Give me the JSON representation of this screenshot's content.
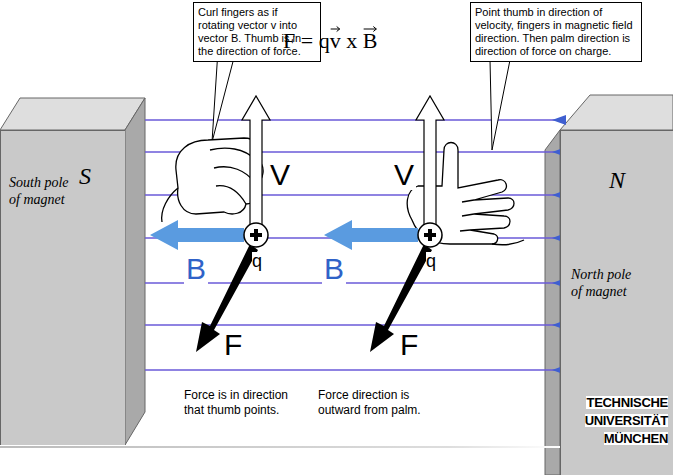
{
  "diagram": {
    "nodes": [
      {
        "text": [
          "Curl fingers as if rotating vector v into vector B. Thumb is in the direction of force."
        ]
      },
      {
        "text": [
          "Point thumb in direction of velocity, fingers in magnetic field direction. Then palm direction is direction of force on charge."
        ]
      },
      {
        "text": [
          "S",
          "South pole of magnet"
        ]
      },
      {
        "text": [
          "N",
          "North pole of magnet"
        ]
      }
    ],
    "labels": [
      "F = qv x B",
      "V",
      "V",
      "B",
      "B",
      "q",
      "q",
      "F",
      "F",
      "Force is in direction that thumb points.",
      "Force direction is outward from palm.",
      "TECHNISCHE",
      "UNIVERSITÄT",
      "MÜNCHEN"
    ]
  }
}
